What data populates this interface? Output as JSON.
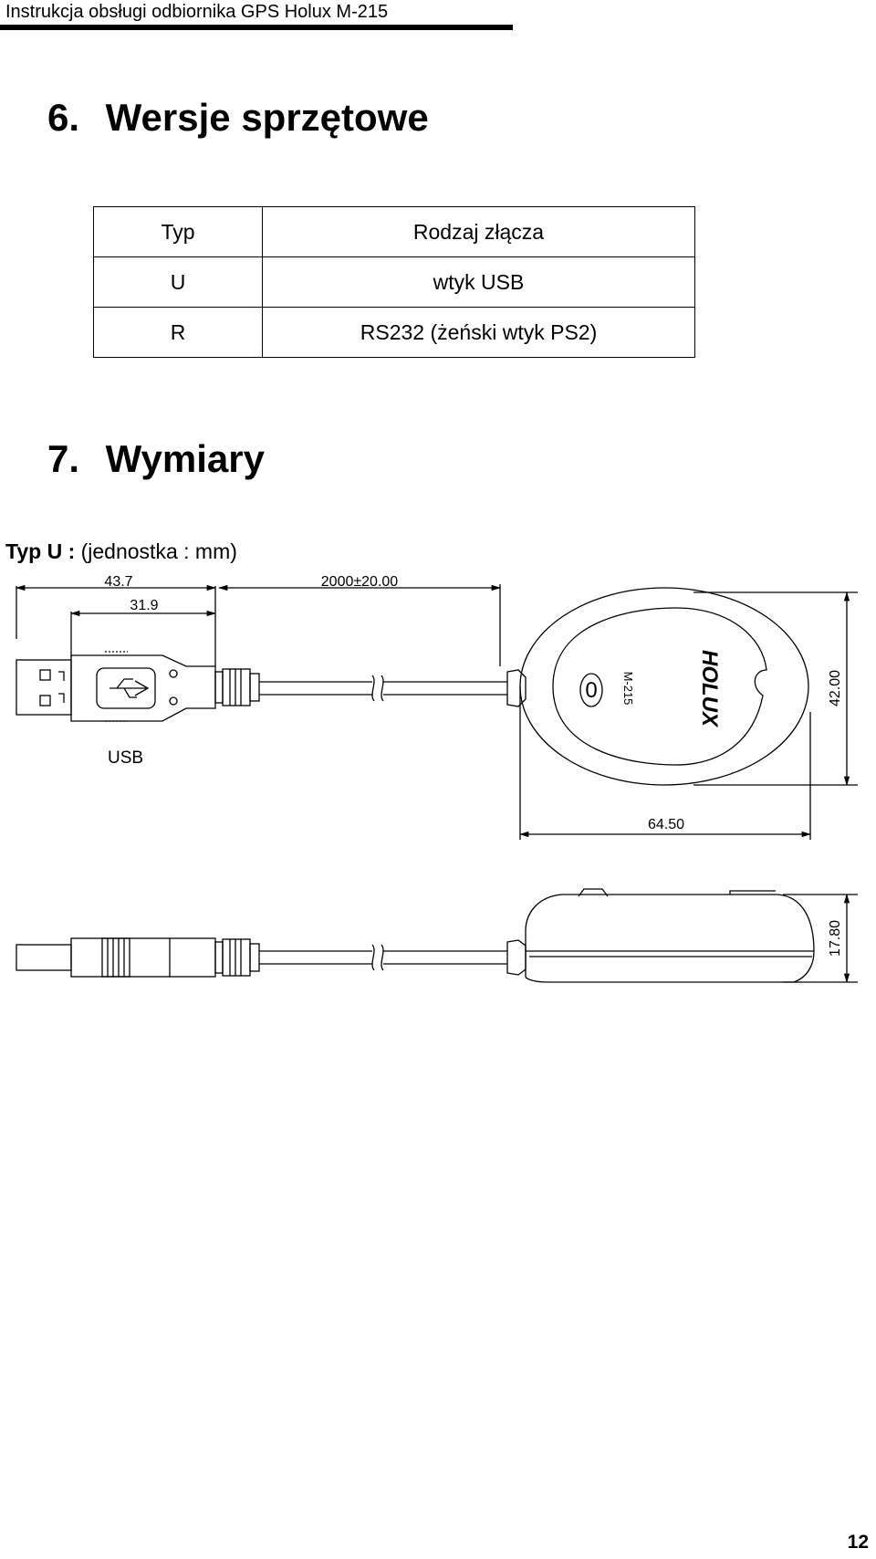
{
  "header": {
    "title": "Instrukcja obsługi odbiornika GPS Holux M-215"
  },
  "section6": {
    "number": "6.",
    "title": "Wersje sprzętowe",
    "table": {
      "headers": [
        "Typ",
        "Rodzaj złącza"
      ],
      "rows": [
        [
          "U",
          "wtyk USB"
        ],
        [
          "R",
          "RS232 (żeński wtyk PS2)"
        ]
      ]
    }
  },
  "section7": {
    "number": "7.",
    "title": "Wymiary",
    "subtitle_bold": "Typ U :",
    "subtitle_rest": " (jednostka : mm)"
  },
  "drawing": {
    "dimensions": {
      "usb_total_length": "43.7",
      "usb_body_length": "31.9",
      "cable_length": "2000±20.00",
      "device_height": "42.00",
      "device_width": "64.50",
      "device_thickness": "17.80"
    },
    "labels": {
      "usb": "USB",
      "brand": "HOLUX",
      "model": "M-215",
      "led": "0"
    }
  },
  "footer": {
    "page_number": "12"
  }
}
